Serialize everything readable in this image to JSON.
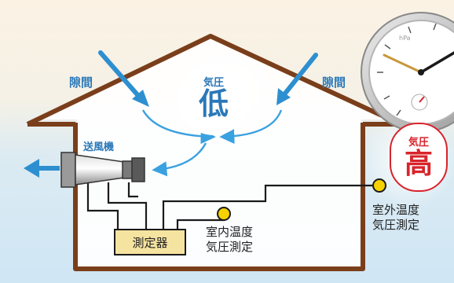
{
  "labels": {
    "gap_left": "隙間",
    "gap_right": "隙間",
    "blower": "送風機",
    "meter": "測定器",
    "indoor_line1": "室内温度",
    "indoor_line2": "気圧測定",
    "outdoor_line1": "室外温度",
    "outdoor_line2": "気圧測定",
    "gauge_unit": "hPa"
  },
  "pressure_inside": {
    "caption": "気圧",
    "level": "低"
  },
  "pressure_outside": {
    "caption": "気圧",
    "level": "高"
  },
  "colors": {
    "house_line": "#7a3e1a",
    "arrow_blue": "#2d8fd0",
    "air_flow": "#3aa1e0",
    "low_text": "#2a78b8",
    "high_text": "#d8242b",
    "meter_box": "#f5e3a0",
    "sensor_dot": "#f6d200"
  },
  "icons": [
    "gauge-icon",
    "blower-icon",
    "arrow-left-icon",
    "sensor-icon"
  ]
}
